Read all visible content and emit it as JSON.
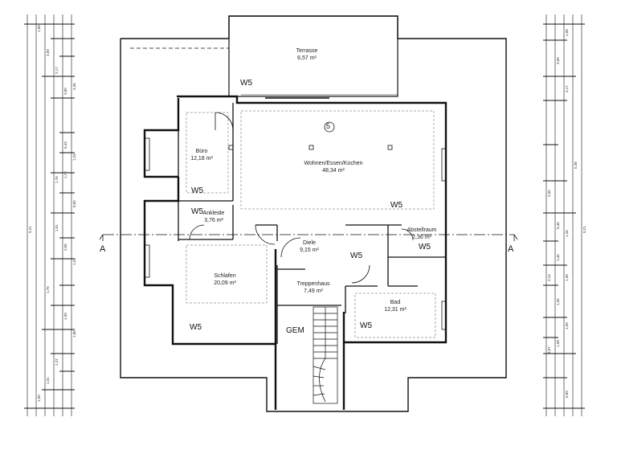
{
  "rooms": [
    {
      "name": "Terrasse",
      "area": "6,57 m²"
    },
    {
      "name": "Büro",
      "area": "12,18 m²"
    },
    {
      "name": "Wohnen/Essen/Kochen",
      "area": "48,34 m²"
    },
    {
      "name": "Ankleide",
      "area": "3,76 m²"
    },
    {
      "name": "Abstellraum",
      "area": "2,36 m²"
    },
    {
      "name": "Diele",
      "area": "9,15 m²"
    },
    {
      "name": "Schlafen",
      "area": "20,09 m²"
    },
    {
      "name": "Treppenhaus",
      "area": "7,49 m²"
    },
    {
      "name": "Bad",
      "area": "12,31 m²"
    }
  ],
  "wall_labels": {
    "w5": "W5",
    "gem": "GEM",
    "unit_number": "5"
  },
  "section": {
    "left": "A",
    "right": "A"
  },
  "dims_left": [
    "1,00",
    "3,50",
    "2,17",
    "3,80",
    "4,36",
    "0,43",
    "1,24",
    "1,76",
    "1,76",
    "0,55",
    "1,01",
    "2,05",
    "1,51",
    "1,76",
    "1,50",
    "1,86",
    "1,37",
    "1,51",
    "1,00",
    "9,21"
  ],
  "dims_right": [
    "1,00",
    "3,50",
    "2,17",
    "5,38",
    "2,55",
    "0,45",
    "1,26",
    "1,45",
    "1,30",
    "2,14",
    "1,35",
    "1,09",
    "1,58",
    "3,67",
    "0,89",
    "9,21"
  ]
}
